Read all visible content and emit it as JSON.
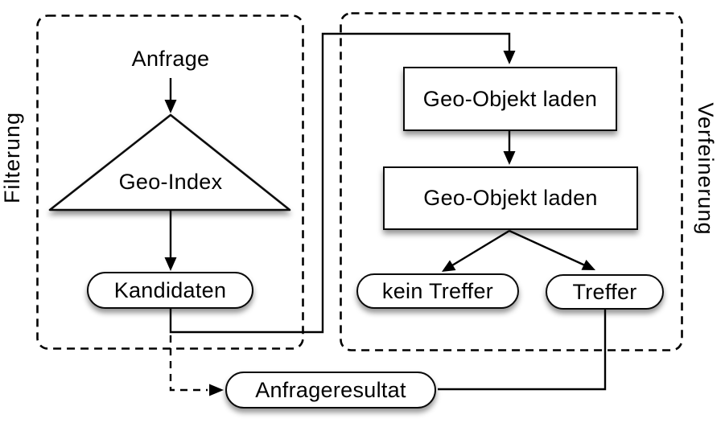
{
  "diagram": {
    "background": "#ffffff",
    "line_color": "#000000",
    "node_fill": "#ffffff",
    "groups": [
      {
        "id": "filterung",
        "label": "Filterung",
        "side": "left",
        "border": "dashed"
      },
      {
        "id": "verfeinerung",
        "label": "Verfeinerung",
        "side": "right",
        "border": "dashed"
      }
    ],
    "nodes": {
      "anfrage": {
        "label": "Anfrage",
        "shape": "plain-text",
        "group": "filterung"
      },
      "geo_index": {
        "label": "Geo-Index",
        "shape": "triangle",
        "group": "filterung"
      },
      "kandidaten": {
        "label": "Kandidaten",
        "shape": "pill",
        "group": "filterung"
      },
      "geo_objekt_laden_1": {
        "label": "Geo-Objekt laden",
        "shape": "rect",
        "group": "verfeinerung"
      },
      "geo_objekt_laden_2": {
        "label": "Geo-Objekt laden",
        "shape": "rect",
        "group": "verfeinerung"
      },
      "kein_treffer": {
        "label": "kein Treffer",
        "shape": "pill",
        "group": "verfeinerung"
      },
      "treffer": {
        "label": "Treffer",
        "shape": "pill",
        "group": "verfeinerung"
      },
      "anfrageresultat": {
        "label": "Anfrageresultat",
        "shape": "pill",
        "group": null
      }
    },
    "edges": [
      {
        "from": "anfrage",
        "to": "geo_index",
        "style": "solid-arrow"
      },
      {
        "from": "geo_index",
        "to": "kandidaten",
        "style": "solid-arrow"
      },
      {
        "from": "kandidaten",
        "to": "geo_objekt_laden_1",
        "style": "solid-arrow",
        "route": "down-right-up-right-down"
      },
      {
        "from": "geo_objekt_laden_1",
        "to": "geo_objekt_laden_2",
        "style": "solid-arrow"
      },
      {
        "from": "geo_objekt_laden_2",
        "to": "kein_treffer",
        "style": "solid-arrow"
      },
      {
        "from": "geo_objekt_laden_2",
        "to": "treffer",
        "style": "solid-arrow"
      },
      {
        "from": "treffer",
        "to": "anfrageresultat",
        "style": "solid-line",
        "route": "down-left"
      },
      {
        "from": "kandidaten",
        "to": "anfrageresultat",
        "style": "dashed-arrow",
        "route": "down-right"
      }
    ]
  }
}
